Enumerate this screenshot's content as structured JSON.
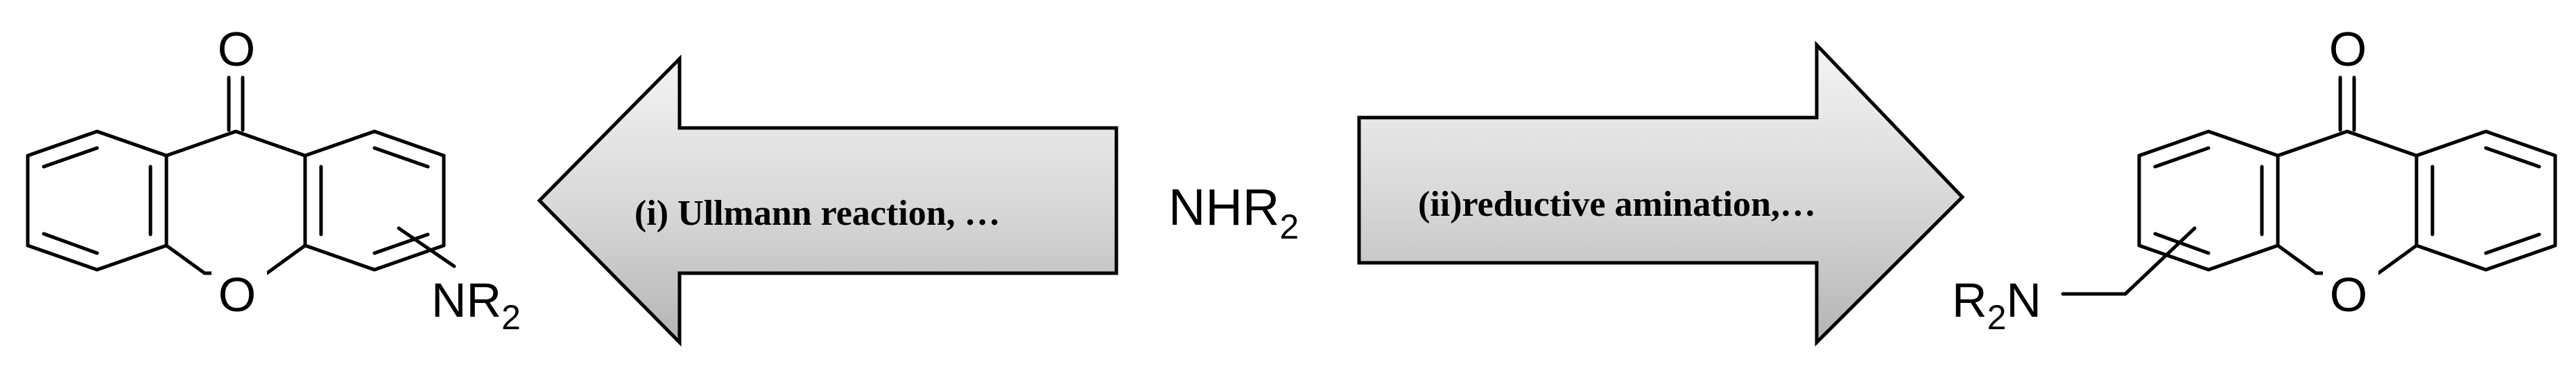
{
  "left_product": {
    "carbonyl_atom": "O",
    "ring_oxygen_atom": "O",
    "substituent_main": "NR",
    "substituent_sub": "2"
  },
  "left_arrow": {
    "label": "(i) Ullmann reaction, …"
  },
  "reagent": {
    "main": "NHR",
    "sub": "2"
  },
  "right_arrow": {
    "label": "(ii)reductive amination,…"
  },
  "right_product": {
    "carbonyl_atom": "O",
    "ring_oxygen_atom": "O",
    "substituent_main_a": "R",
    "substituent_sub": "2",
    "substituent_main_b": "N"
  },
  "colors": {
    "arrow_fill_light": "#f2f2f2",
    "arrow_fill_dark": "#b8b8b8",
    "stroke": "#000000"
  }
}
